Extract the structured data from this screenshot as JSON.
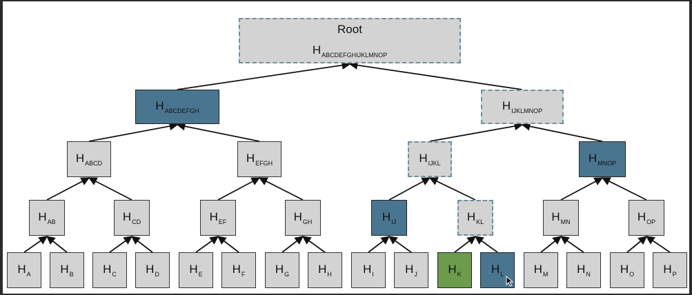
{
  "root": {
    "label": "Root",
    "hash_letter": "H",
    "hash_sub": "ABCDEFGHIJKLMNOP"
  },
  "nodes": [
    {
      "id": "abcdefgh",
      "letter": "H",
      "sub": "ABCDEFGH",
      "state": "blue"
    },
    {
      "id": "ijklmnop",
      "letter": "H",
      "sub": "IJKLMNOP",
      "state": "dashed"
    },
    {
      "id": "abcd",
      "letter": "H",
      "sub": "ABCD",
      "state": "plain"
    },
    {
      "id": "efgh",
      "letter": "H",
      "sub": "EFGH",
      "state": "plain"
    },
    {
      "id": "ijkl",
      "letter": "H",
      "sub": "IJKL",
      "state": "dashed"
    },
    {
      "id": "mnop",
      "letter": "H",
      "sub": "MNOP",
      "state": "blue"
    },
    {
      "id": "ab",
      "letter": "H",
      "sub": "AB",
      "state": "plain"
    },
    {
      "id": "cd",
      "letter": "H",
      "sub": "CD",
      "state": "plain"
    },
    {
      "id": "ef",
      "letter": "H",
      "sub": "EF",
      "state": "plain"
    },
    {
      "id": "gh",
      "letter": "H",
      "sub": "GH",
      "state": "plain"
    },
    {
      "id": "ij",
      "letter": "H",
      "sub": "IJ",
      "state": "blue"
    },
    {
      "id": "kl",
      "letter": "H",
      "sub": "KL",
      "state": "dashed"
    },
    {
      "id": "mn",
      "letter": "H",
      "sub": "MN",
      "state": "plain"
    },
    {
      "id": "op",
      "letter": "H",
      "sub": "OP",
      "state": "plain"
    },
    {
      "id": "a",
      "letter": "H",
      "sub": "A",
      "state": "plain"
    },
    {
      "id": "b",
      "letter": "H",
      "sub": "B",
      "state": "plain"
    },
    {
      "id": "c",
      "letter": "H",
      "sub": "C",
      "state": "plain"
    },
    {
      "id": "d",
      "letter": "H",
      "sub": "D",
      "state": "plain"
    },
    {
      "id": "e",
      "letter": "H",
      "sub": "E",
      "state": "plain"
    },
    {
      "id": "f",
      "letter": "H",
      "sub": "F",
      "state": "plain"
    },
    {
      "id": "g",
      "letter": "H",
      "sub": "G",
      "state": "plain"
    },
    {
      "id": "h",
      "letter": "H",
      "sub": "H",
      "state": "plain"
    },
    {
      "id": "i",
      "letter": "H",
      "sub": "I",
      "state": "plain"
    },
    {
      "id": "j",
      "letter": "H",
      "sub": "J",
      "state": "plain"
    },
    {
      "id": "k",
      "letter": "H",
      "sub": "K",
      "state": "green"
    },
    {
      "id": "l",
      "letter": "H",
      "sub": "L",
      "state": "blue"
    },
    {
      "id": "m",
      "letter": "H",
      "sub": "M",
      "state": "plain"
    },
    {
      "id": "n",
      "letter": "H",
      "sub": "N",
      "state": "plain"
    },
    {
      "id": "o",
      "letter": "H",
      "sub": "O",
      "state": "plain"
    },
    {
      "id": "p",
      "letter": "H",
      "sub": "P",
      "state": "plain"
    }
  ],
  "edges": [
    [
      "abcdefgh",
      "root"
    ],
    [
      "ijklmnop",
      "root"
    ],
    [
      "abcd",
      "abcdefgh"
    ],
    [
      "efgh",
      "abcdefgh"
    ],
    [
      "ijkl",
      "ijklmnop"
    ],
    [
      "mnop",
      "ijklmnop"
    ],
    [
      "ab",
      "abcd"
    ],
    [
      "cd",
      "abcd"
    ],
    [
      "ef",
      "efgh"
    ],
    [
      "gh",
      "efgh"
    ],
    [
      "ij",
      "ijkl"
    ],
    [
      "kl",
      "ijkl"
    ],
    [
      "mn",
      "mnop"
    ],
    [
      "op",
      "mnop"
    ],
    [
      "a",
      "ab"
    ],
    [
      "b",
      "ab"
    ],
    [
      "c",
      "cd"
    ],
    [
      "d",
      "cd"
    ],
    [
      "e",
      "ef"
    ],
    [
      "f",
      "ef"
    ],
    [
      "g",
      "gh"
    ],
    [
      "h",
      "gh"
    ],
    [
      "i",
      "ij"
    ],
    [
      "j",
      "ij"
    ],
    [
      "k",
      "kl"
    ],
    [
      "l",
      "kl"
    ],
    [
      "m",
      "mn"
    ],
    [
      "n",
      "mn"
    ],
    [
      "o",
      "op"
    ],
    [
      "p",
      "op"
    ]
  ],
  "colors": {
    "node_fill": "#d3d3d3",
    "selected_blue": "#4a7590",
    "selected_green": "#6a9c4c",
    "dashed_border": "#6e8fa0"
  }
}
